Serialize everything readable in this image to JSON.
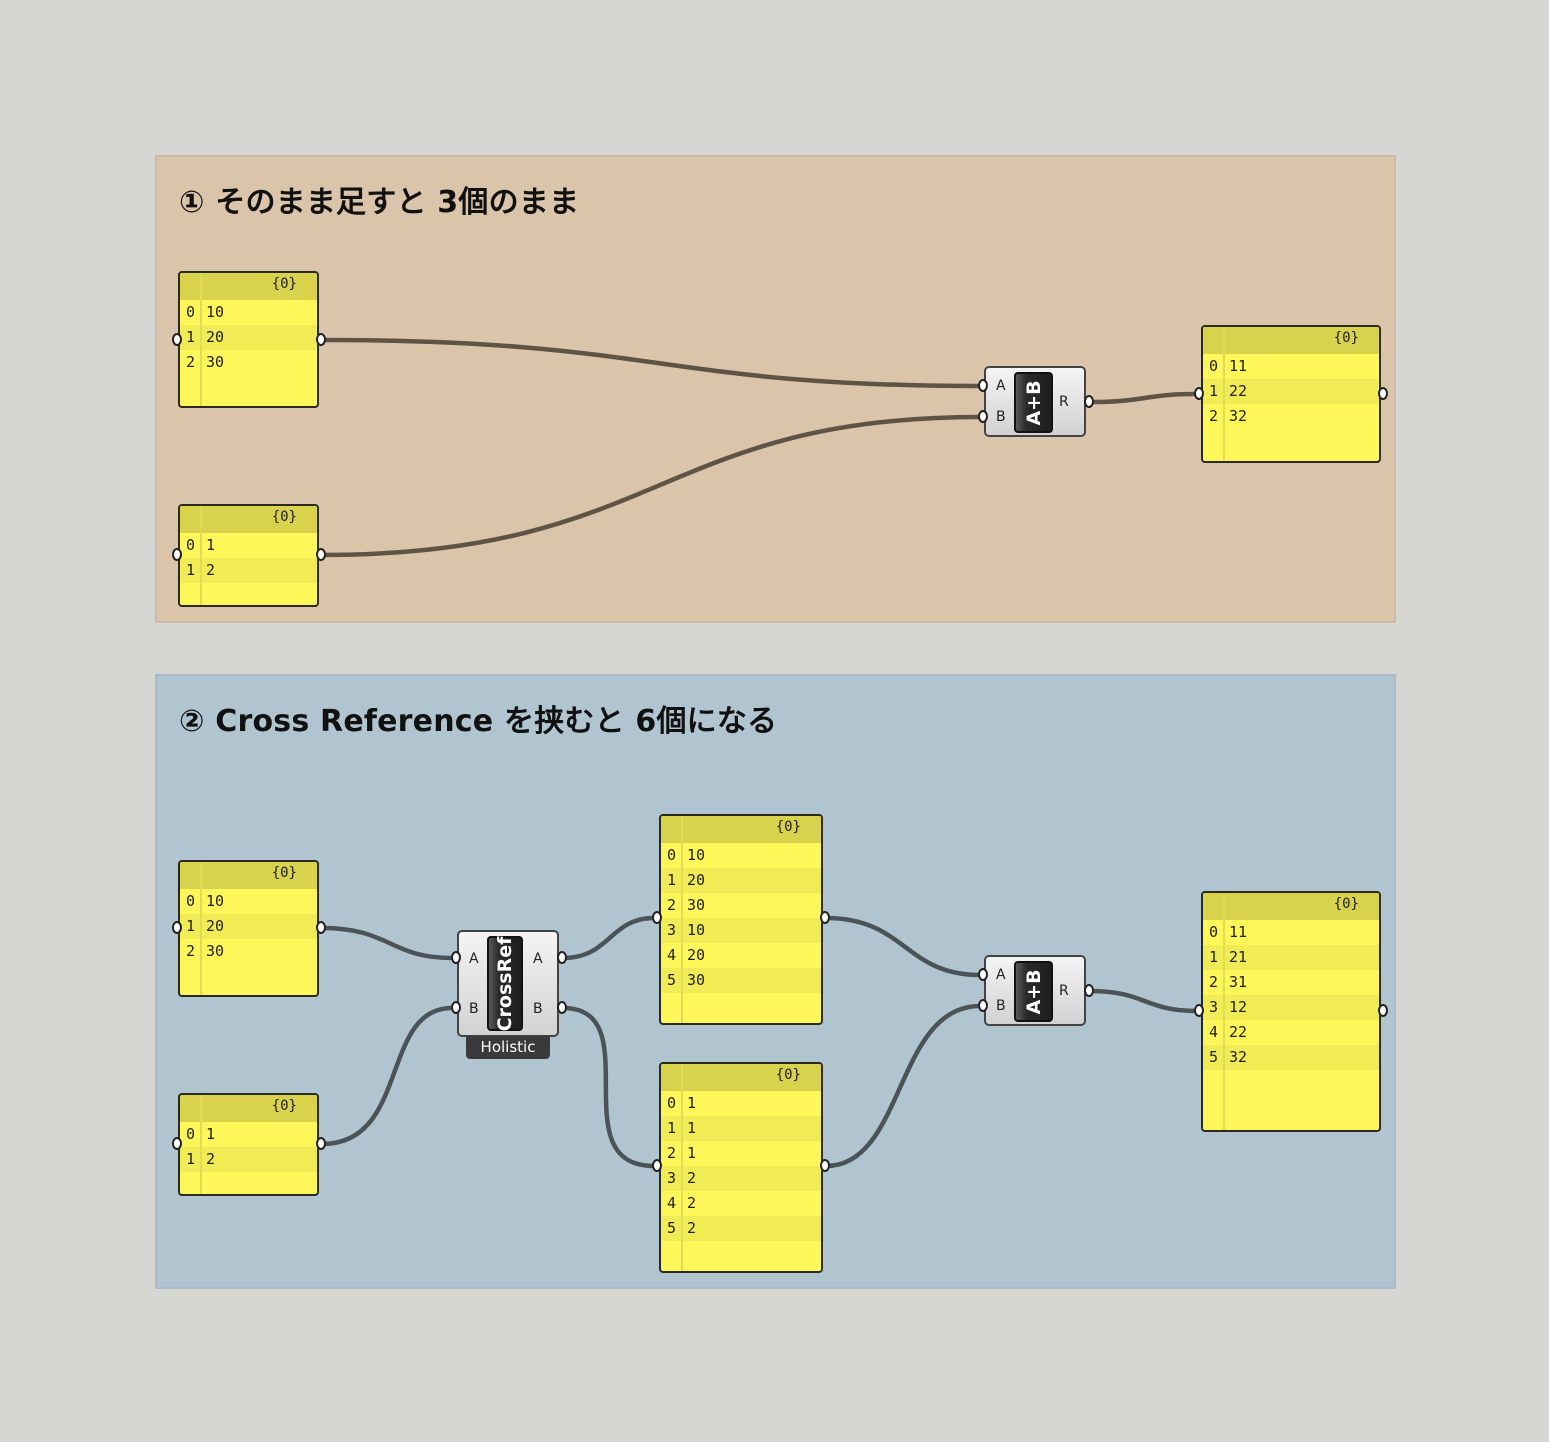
{
  "groups": [
    {
      "title": "① そのまま足すと 3個のまま"
    },
    {
      "title": "② Cross Reference を挟むと 6個になる"
    }
  ],
  "panels": {
    "g1_a": {
      "path": "{0}",
      "rows": [
        [
          "0",
          "10"
        ],
        [
          "1",
          "20"
        ],
        [
          "2",
          "30"
        ]
      ]
    },
    "g1_b": {
      "path": "{0}",
      "rows": [
        [
          "0",
          "1"
        ],
        [
          "1",
          "2"
        ]
      ]
    },
    "g1_r": {
      "path": "{0}",
      "rows": [
        [
          "0",
          "11"
        ],
        [
          "1",
          "22"
        ],
        [
          "2",
          "32"
        ]
      ]
    },
    "g2_a": {
      "path": "{0}",
      "rows": [
        [
          "0",
          "10"
        ],
        [
          "1",
          "20"
        ],
        [
          "2",
          "30"
        ]
      ]
    },
    "g2_b": {
      "path": "{0}",
      "rows": [
        [
          "0",
          "1"
        ],
        [
          "1",
          "2"
        ]
      ]
    },
    "g2_xa": {
      "path": "{0}",
      "rows": [
        [
          "0",
          "10"
        ],
        [
          "1",
          "20"
        ],
        [
          "2",
          "30"
        ],
        [
          "3",
          "10"
        ],
        [
          "4",
          "20"
        ],
        [
          "5",
          "30"
        ]
      ]
    },
    "g2_xb": {
      "path": "{0}",
      "rows": [
        [
          "0",
          "1"
        ],
        [
          "1",
          "1"
        ],
        [
          "2",
          "1"
        ],
        [
          "3",
          "2"
        ],
        [
          "4",
          "2"
        ],
        [
          "5",
          "2"
        ]
      ]
    },
    "g2_r": {
      "path": "{0}",
      "rows": [
        [
          "0",
          "11"
        ],
        [
          "1",
          "21"
        ],
        [
          "2",
          "31"
        ],
        [
          "3",
          "12"
        ],
        [
          "4",
          "22"
        ],
        [
          "5",
          "32"
        ]
      ]
    }
  },
  "components": {
    "add1": {
      "label": "A+B",
      "inputs": [
        "A",
        "B"
      ],
      "outputs": [
        "R"
      ]
    },
    "crossref": {
      "label": "CrossRef",
      "inputs": [
        "A",
        "B"
      ],
      "outputs": [
        "A",
        "B"
      ],
      "badge": "Holistic"
    },
    "add2": {
      "label": "A+B",
      "inputs": [
        "A",
        "B"
      ],
      "outputs": [
        "R"
      ]
    }
  },
  "colors": {
    "group1_bg": "#dac4aa",
    "group2_bg": "#b1c5d1",
    "panel_bg": "#fff75a",
    "panel_header": "#d8d24c",
    "wire_group1": "#5d5446",
    "wire_group2": "#4b5357"
  }
}
